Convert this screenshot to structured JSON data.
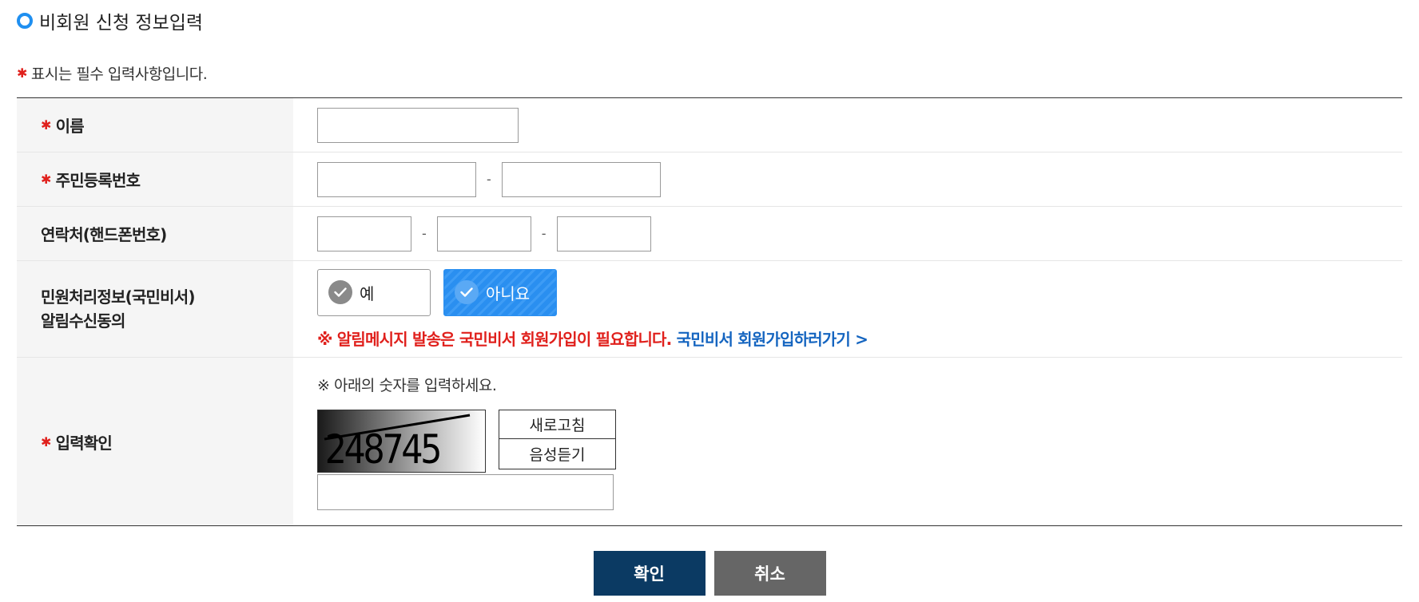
{
  "section": {
    "title": "비회원 신청 정보입력",
    "required_note": "표시는 필수 입력사항입니다.",
    "required_mark": "✱"
  },
  "fields": {
    "name": {
      "label": "이름",
      "value": ""
    },
    "ssn": {
      "label": "주민등록번호",
      "front": "",
      "back": ""
    },
    "phone": {
      "label": "연락처(핸드폰번호)",
      "part1": "",
      "part2": "",
      "part3": ""
    },
    "consent": {
      "label_line1": "민원처리정보(국민비서)",
      "label_line2": "알림수신동의",
      "options": [
        "예",
        "아니요"
      ],
      "selected": "아니요",
      "notice": "※ 알림메시지 발송은 국민비서 회원가입이 필요합니다.",
      "link_text": "국민비서 회원가입하러가기 >"
    },
    "captcha": {
      "label": "입력확인",
      "hint": "※ 아래의 숫자를 입력하세요.",
      "image_text": "248745",
      "refresh_label": "새로고침",
      "audio_label": "음성듣기",
      "value": ""
    },
    "separator": "-"
  },
  "actions": {
    "confirm_label": "확인",
    "cancel_label": "취소"
  },
  "colors": {
    "accent": "#1f8ff0",
    "required": "#e0201c",
    "link": "#1565c0",
    "confirm": "#0b3a63",
    "cancel": "#666666"
  },
  "icons": {
    "section": "ring-icon",
    "option_check": "check-icon"
  }
}
